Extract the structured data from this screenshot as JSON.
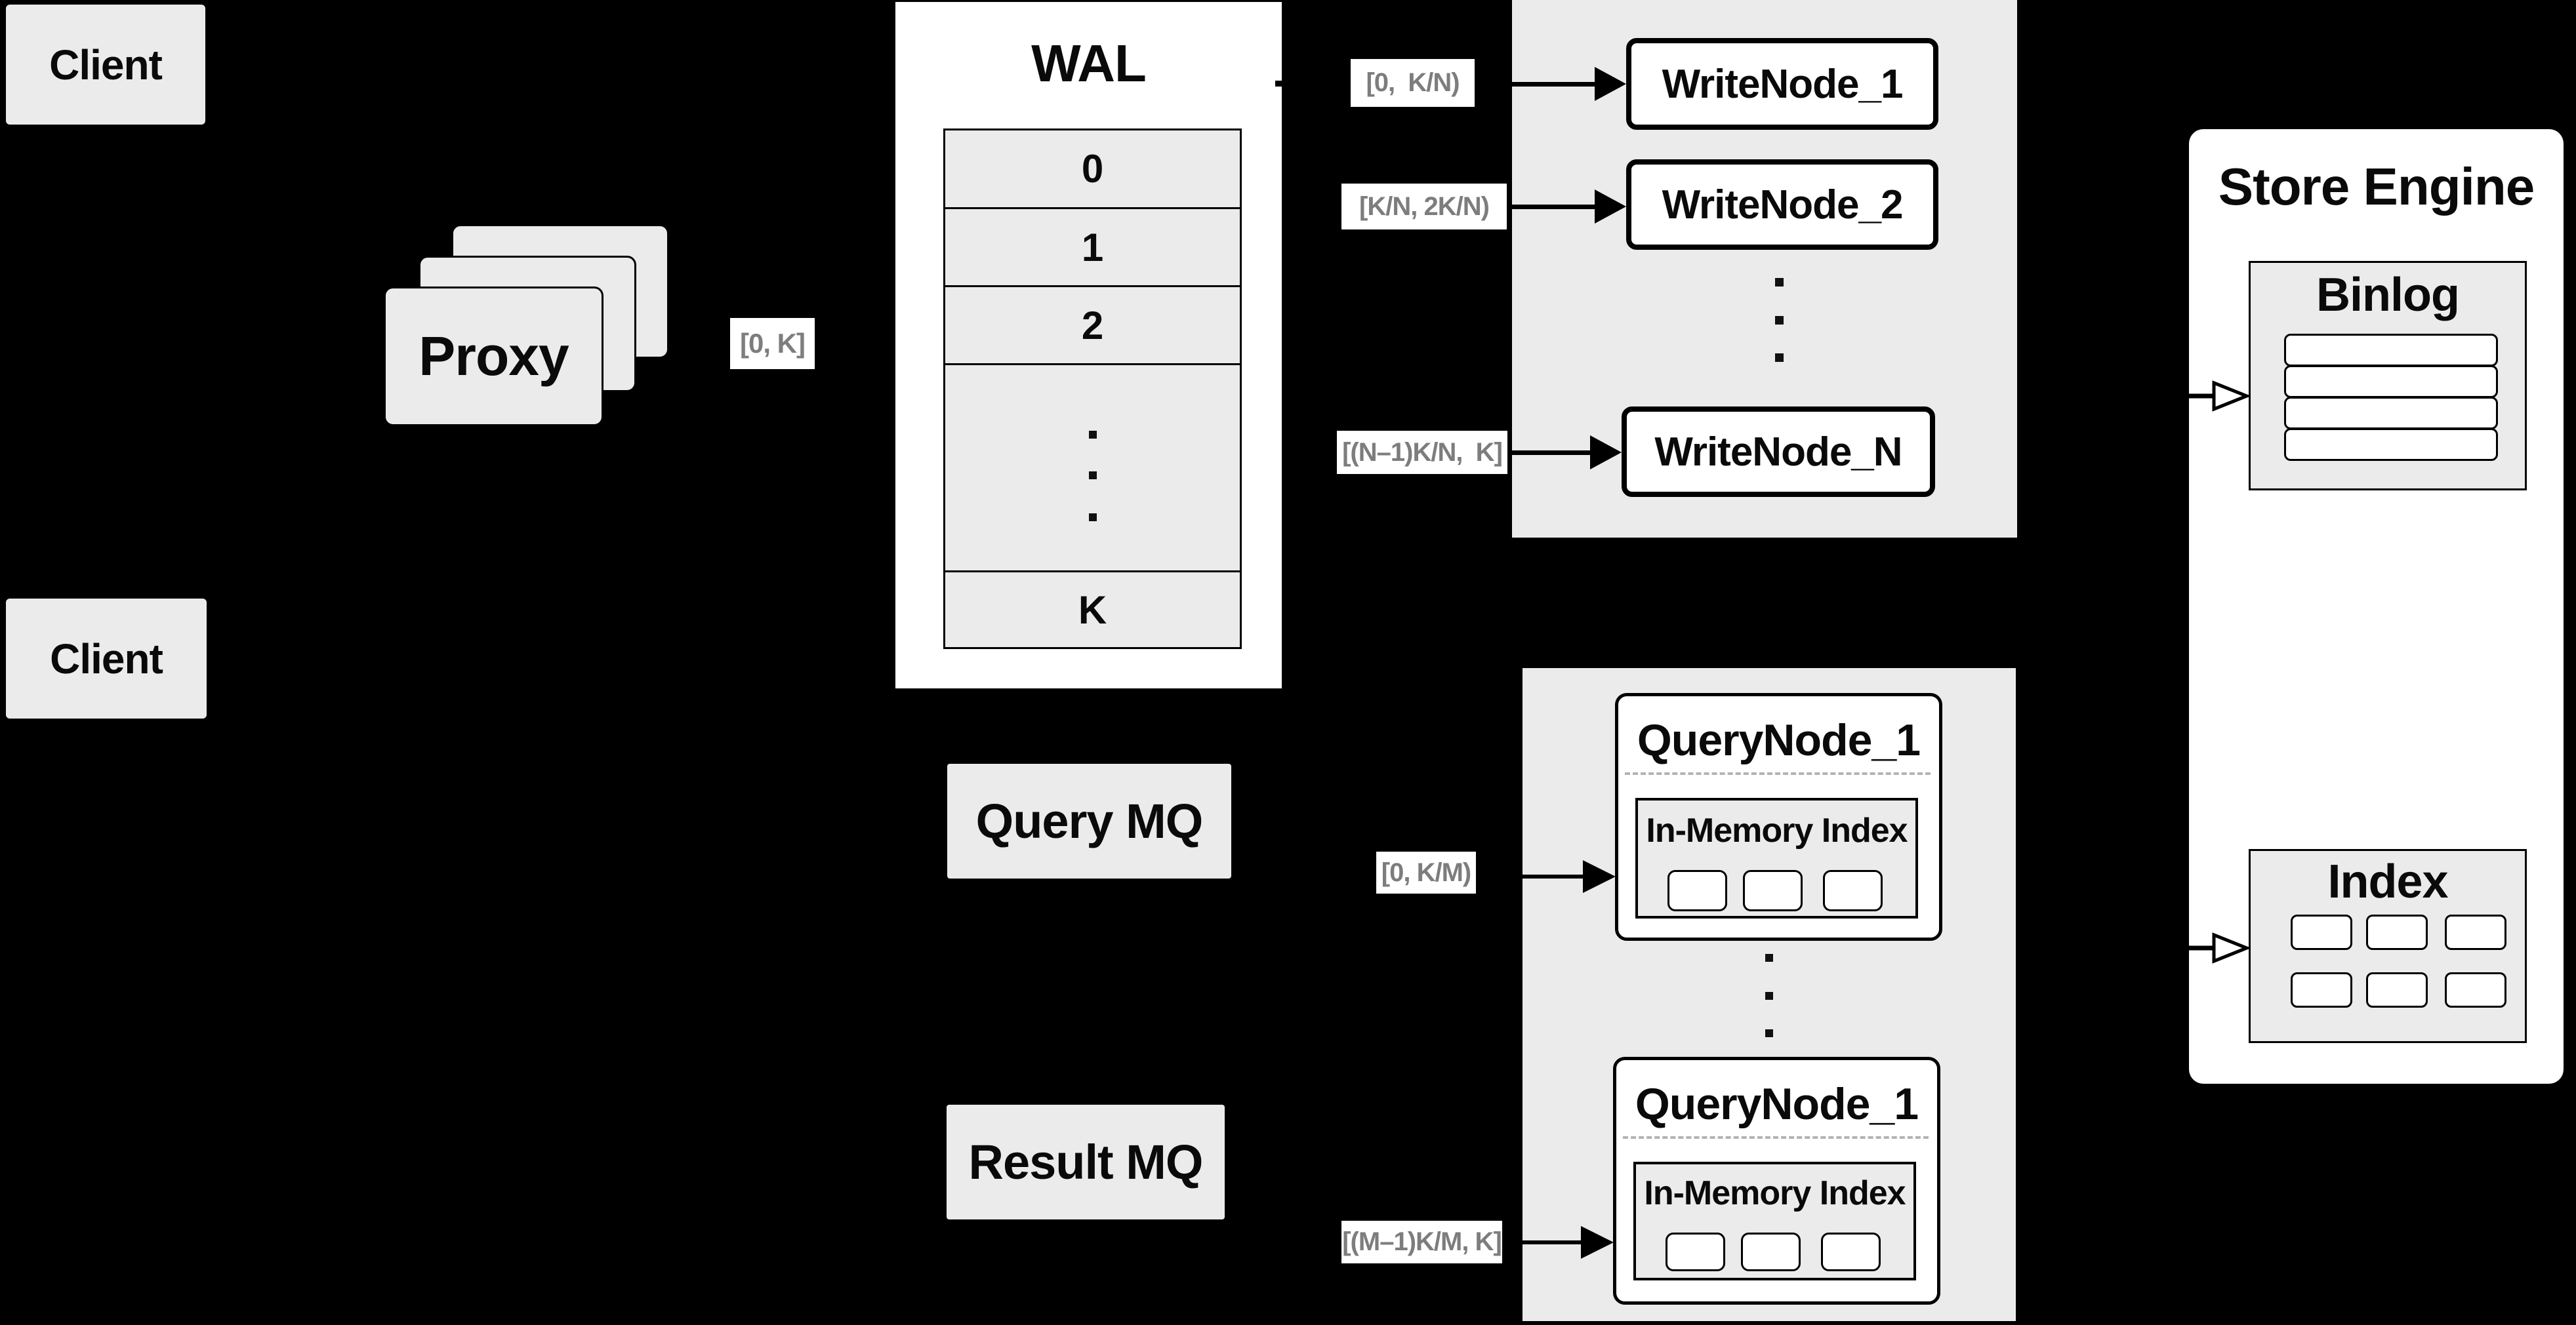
{
  "colors": {
    "background": "#000000",
    "box_gray": "#ebebeb",
    "box_white": "#ffffff",
    "border": "#000000",
    "range_label_text": "#7d7d7d",
    "dashed_divider": "#b3b3b3"
  },
  "clients": {
    "top_label": "Client",
    "bottom_label": "Client"
  },
  "proxy": {
    "label": "Proxy",
    "stack_count": 3
  },
  "labels": {
    "proxy_out": "[0, K]",
    "write_1": "[0,  K/N)",
    "write_2": "[K/N, 2K/N)",
    "write_n": "[(N–1)K/N,  K]",
    "query_1": "[0, K/M)",
    "query_m": "[(M–1)K/M, K]"
  },
  "wal": {
    "title": "WAL",
    "segments": [
      "0",
      "1",
      "2",
      "K"
    ],
    "ellipsis_dots": 3
  },
  "write_group": {
    "nodes": [
      "WriteNode_1",
      "WriteNode_2",
      "WriteNode_N"
    ],
    "ellipsis_dots": 3
  },
  "store_engine": {
    "title": "Store Engine",
    "binlog_title": "Binlog",
    "binlog_rows": 4,
    "index_title": "Index",
    "index_cells": 6
  },
  "mq": {
    "query_label": "Query MQ",
    "result_label": "Result MQ"
  },
  "query_group": {
    "ellipsis_dots": 3,
    "nodes": [
      {
        "title": "QueryNode_1",
        "index_title": "In-Memory Index",
        "cells": 3
      },
      {
        "title": "QueryNode_1",
        "index_title": "In-Memory Index",
        "cells": 3
      }
    ]
  }
}
